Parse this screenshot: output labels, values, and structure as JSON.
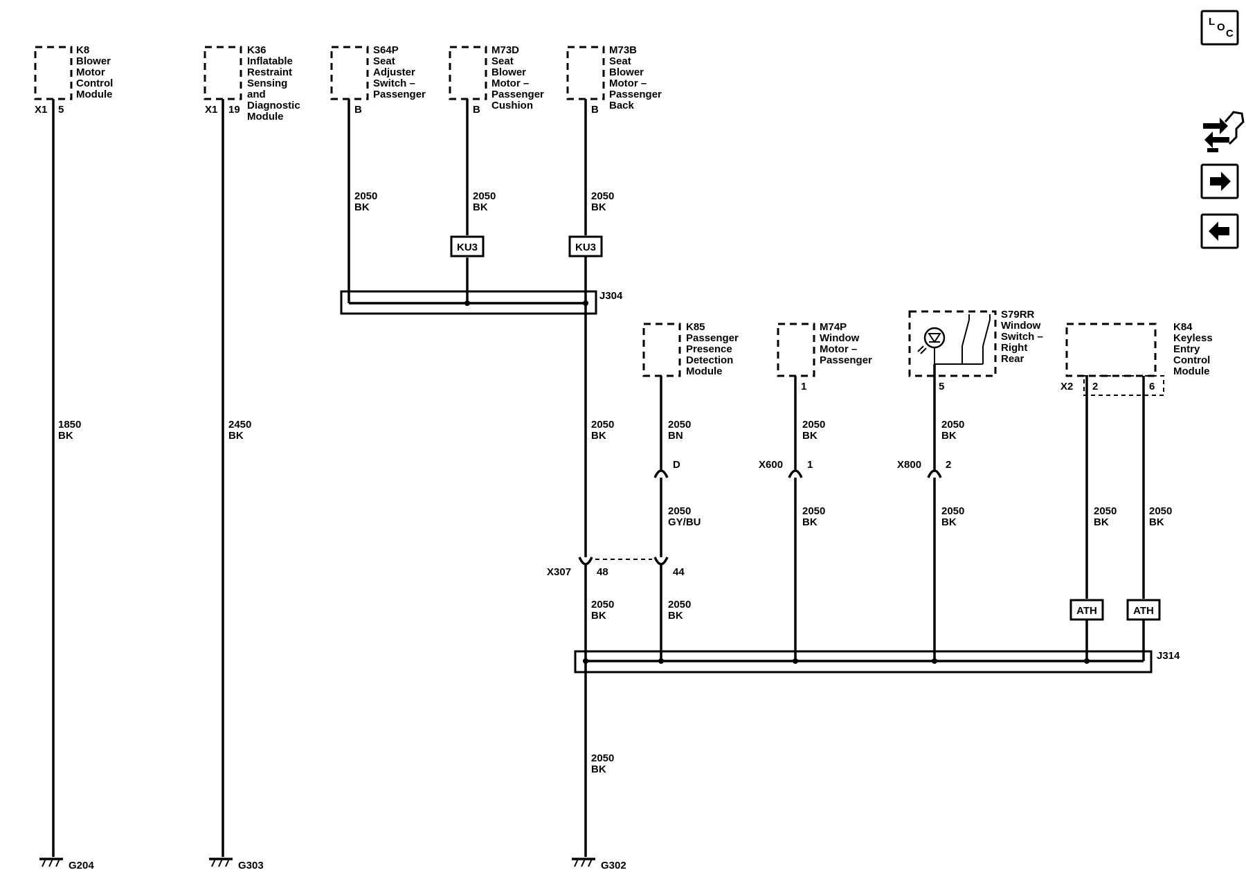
{
  "modules": {
    "k8": {
      "id": "K8",
      "lines": [
        "Blower",
        "Motor",
        "Control",
        "Module"
      ],
      "connector": "X1",
      "pin": "5"
    },
    "k36": {
      "id": "K36",
      "lines": [
        "Inflatable",
        "Restraint",
        "Sensing",
        "and",
        "Diagnostic",
        "Module"
      ],
      "connector": "X1",
      "pin": "19"
    },
    "s64p": {
      "id": "S64P",
      "lines": [
        "Seat",
        "Adjuster",
        "Switch –",
        "Passenger"
      ],
      "pin": "B"
    },
    "m73d": {
      "id": "M73D",
      "lines": [
        "Seat",
        "Blower",
        "Motor –",
        "Passenger",
        "Cushion"
      ],
      "pin": "B"
    },
    "m73b": {
      "id": "M73B",
      "lines": [
        "Seat",
        "Blower",
        "Motor –",
        "Passenger",
        "Back"
      ],
      "pin": "B"
    },
    "k85": {
      "id": "K85",
      "lines": [
        "Passenger",
        "Presence",
        "Detection",
        "Module"
      ]
    },
    "m74p": {
      "id": "M74P",
      "lines": [
        "Window",
        "Motor –",
        "Passenger"
      ],
      "pin": "1"
    },
    "s79rr": {
      "id": "S79RR",
      "lines": [
        "Window",
        "Switch –",
        "Right",
        "Rear"
      ],
      "pin": "5"
    },
    "k84": {
      "id": "K84",
      "lines": [
        "Keyless",
        "Entry",
        "Control",
        "Module"
      ],
      "connector": "X2",
      "pin_a": "2",
      "pin_b": "6"
    }
  },
  "wires": {
    "k8": [
      "1850",
      "BK"
    ],
    "k36": [
      "2450",
      "BK"
    ],
    "s64p": [
      "2050",
      "BK"
    ],
    "m73d": [
      "2050",
      "BK"
    ],
    "m73b": [
      "2050",
      "BK"
    ],
    "j304_out": [
      "2050",
      "BK"
    ],
    "k85_upper": [
      "2050",
      "BN"
    ],
    "k85_mid": [
      "2050",
      "GY/BU"
    ],
    "x307_48": [
      "2050",
      "BK"
    ],
    "x307_44": [
      "2050",
      "BK"
    ],
    "m74p_upper": [
      "2050",
      "BK"
    ],
    "m74p_lower": [
      "2050",
      "BK"
    ],
    "s79rr_upper": [
      "2050",
      "BK"
    ],
    "s79rr_lower": [
      "2050",
      "BK"
    ],
    "k84_a": [
      "2050",
      "BK"
    ],
    "k84_b": [
      "2050",
      "BK"
    ],
    "g302": [
      "2050",
      "BK"
    ]
  },
  "options": {
    "ku3_a": "KU3",
    "ku3_b": "KU3",
    "ath_a": "ATH",
    "ath_b": "ATH"
  },
  "splices": {
    "j304": "J304",
    "j314": "J314"
  },
  "inline": {
    "k85_pin": "D",
    "x600": {
      "connector": "X600",
      "pin": "1"
    },
    "x800": {
      "connector": "X800",
      "pin": "2"
    },
    "x307": {
      "connector": "X307",
      "pin_a": "48",
      "pin_b": "44"
    }
  },
  "grounds": {
    "g204": "G204",
    "g303": "G303",
    "g302": "G302"
  },
  "toolbar": {
    "loc_l": "L",
    "loc_o": "O",
    "loc_c": "C",
    "icons": [
      "location-icon",
      "connector-tool-icon",
      "next-arrow-icon",
      "previous-arrow-icon"
    ]
  }
}
